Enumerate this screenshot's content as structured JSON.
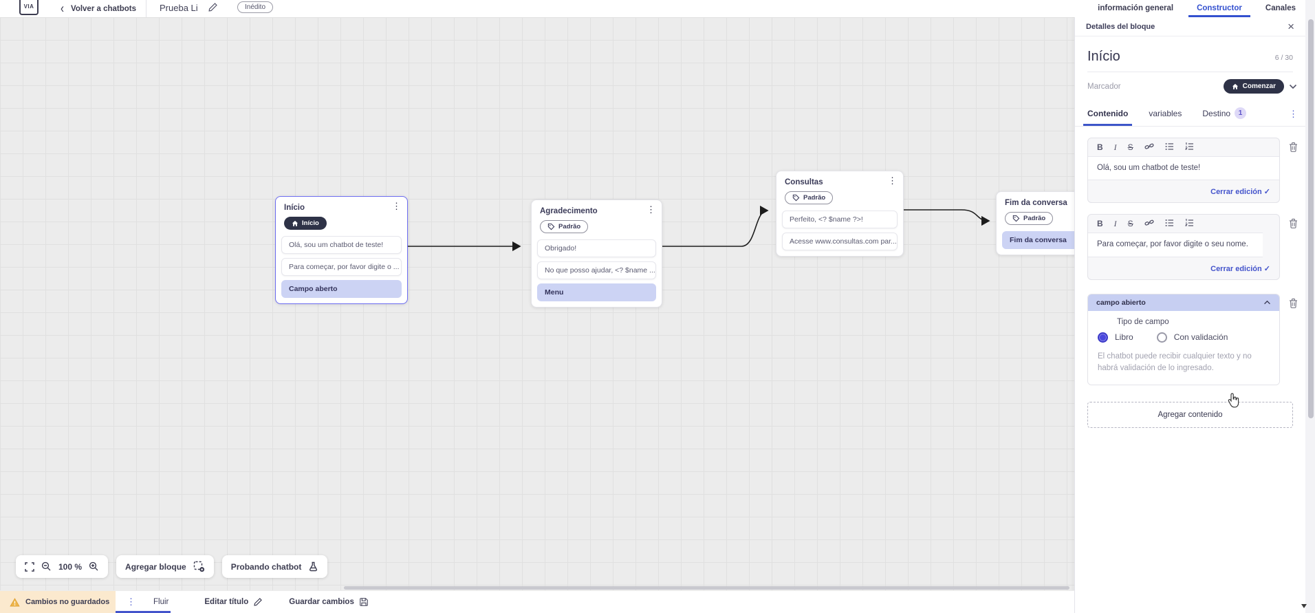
{
  "header": {
    "back_label": "Volver a chatbots",
    "title": "Prueba Li",
    "status": "Inédito",
    "tabs": [
      {
        "label": "información general"
      },
      {
        "label": "Constructor"
      },
      {
        "label": "Canales"
      }
    ]
  },
  "canvas": {
    "zoom_level": "100 %",
    "toolbar": {
      "add_block": "Agregar bloque",
      "test_chatbot": "Probando chatbot"
    },
    "nodes": [
      {
        "title": "Início",
        "badge": "Início",
        "items": [
          {
            "text": "Olá, sou um chatbot de teste!"
          },
          {
            "text": "Para começar, por favor digite o ..."
          },
          {
            "text": "Campo aberto"
          }
        ]
      },
      {
        "title": "Agradecimento",
        "badge": "Padrão",
        "items": [
          {
            "text": "Obrigado!"
          },
          {
            "text": "No que posso ajudar, <? $name ..."
          },
          {
            "text": "Menu"
          }
        ]
      },
      {
        "title": "Consultas",
        "badge": "Padrão",
        "items": [
          {
            "text": "Perfeito, <? $name ?>!"
          },
          {
            "text": "Acesse www.consultas.com par..."
          }
        ]
      },
      {
        "title": "Fim da conversa",
        "badge": "Padrão",
        "items": [
          {
            "text": "Fim da conversa"
          }
        ]
      }
    ]
  },
  "panel": {
    "header": "Detalles del bloque",
    "block_title": "Início",
    "counter": "6 / 30",
    "marker_label": "Marcador",
    "marker_value": "Comenzar",
    "tabs": [
      {
        "label": "Contenido"
      },
      {
        "label": "variables"
      },
      {
        "label": "Destino",
        "badge": "1"
      }
    ],
    "editors": [
      {
        "text": "Olá, sou um chatbot de teste!",
        "close_label": "Cerrar edición"
      },
      {
        "text": "Para começar, por favor digite o seu nome.",
        "close_label": "Cerrar edición"
      }
    ],
    "field_section": {
      "header": "campo abierto",
      "type_label": "Tipo de campo",
      "options": [
        {
          "label": "Libro",
          "selected": true
        },
        {
          "label": "Con validación",
          "selected": false
        }
      ],
      "description": "El chatbot puede recibir cualquier texto y no habrá validación de lo ingresado."
    },
    "add_content_label": "Agregar contenido"
  },
  "footer": {
    "unsaved": "Cambios no guardados",
    "flow_tab": "Fluir",
    "edit_title": "Editar título",
    "save": "Guardar cambios"
  },
  "icons": {
    "back": "chevron-left",
    "edit": "pencil",
    "close": "x",
    "check": "✓",
    "kebab": "⋮",
    "home": "house",
    "tag": "label",
    "trash": "bin",
    "warning": "triangle-exclamation",
    "save": "floppy",
    "flask": "beaker",
    "fullscreen": "corners",
    "zoom_out": "magnifier-minus",
    "zoom_in": "magnifier-plus",
    "add_block": "dashed-square-plus",
    "link": "chain",
    "bullet_list": "ul",
    "numbered_list": "ol",
    "chevron_down": "v",
    "chevron_up": "^"
  }
}
